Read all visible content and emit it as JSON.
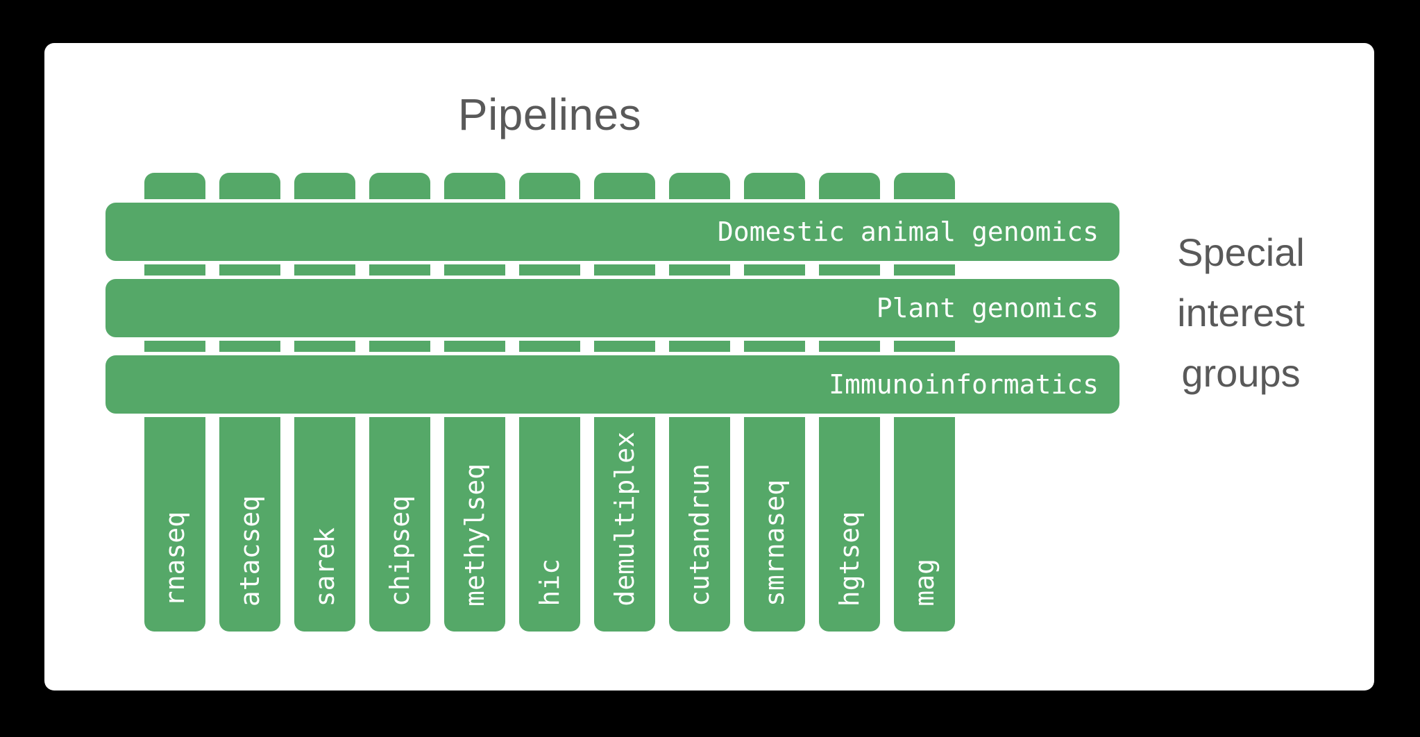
{
  "title": "Pipelines",
  "side_label": {
    "lines": [
      "Special",
      "interest",
      "groups"
    ]
  },
  "pipelines": [
    "rnaseq",
    "atacseq",
    "sarek",
    "chipseq",
    "methylseq",
    "hic",
    "demultiplex",
    "cutandrun",
    "smrnaseq",
    "hgtseq",
    "mag"
  ],
  "groups": [
    "Domestic animal genomics",
    "Plant genomics",
    "Immunoinformatics"
  ],
  "colors": {
    "green": "#55a868",
    "text_gray": "#595959",
    "card_bg": "#ffffff",
    "page_bg": "#000000",
    "label_white": "#ffffff"
  }
}
